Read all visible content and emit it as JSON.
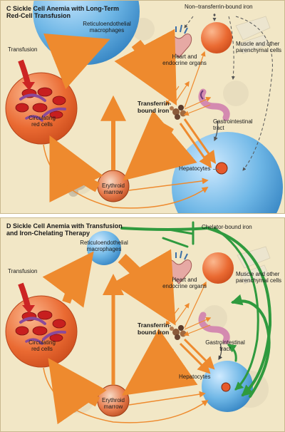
{
  "panel_c": {
    "letter": "C",
    "title": "Sickle Cell Anemia with Long-Term\nRed-Cell Transfusion",
    "labels": {
      "reticuloendothelial": "Reticuloendothelial\nmacrophages",
      "ntbi": "Non–transferrin-bound iron",
      "heart": "Heart and\nendocrine organs",
      "muscle": "Muscle and other\nparenchymal cells",
      "transfusion": "Transfusion",
      "transferrin": "Transferrin-\nbound iron",
      "gi": "Gastrointestinal\ntract",
      "circulating": "Circulating\nred cells",
      "hepatocytes": "Hepatocytes",
      "erythroid": "Erythroid\nmarrow"
    }
  },
  "panel_d": {
    "letter": "D",
    "title": "Sickle Cell Anemia with Transfusion\nand Iron-Chelating Therapy",
    "labels": {
      "chelator": "Chelator-bound iron",
      "reticuloendothelial": "Reticuloendothelial\nmacrophages",
      "heart": "Heart and\nendocrine organs",
      "muscle": "Muscle and other\nparenchymal cells",
      "transfusion": "Transfusion",
      "transferrin": "Transferrin-\nbound iron",
      "gi": "Gastrointestinal\ntract",
      "circulating": "Circulating\nred cells",
      "hepatocytes": "Hepatocytes",
      "erythroid": "Erythroid\nmarrow"
    }
  },
  "colors": {
    "background": "#f2e7c6",
    "iron_flow": "#ee8a2e",
    "transfusion_arrow": "#cc2424",
    "chelator_arrow": "#2f9a3e",
    "cell_blue": "#6fb7e6",
    "organ_orange": "#ea6a32"
  }
}
